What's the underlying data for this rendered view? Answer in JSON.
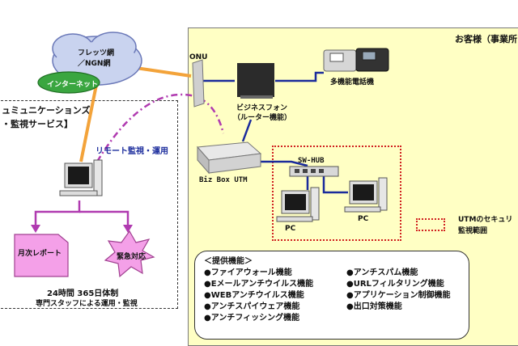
{
  "customer": {
    "title": "お客様（事業所"
  },
  "cloud": {
    "line1": "フレッツ網",
    "line2": "／NGN網",
    "internet": "インターネット"
  },
  "onu": {
    "label": "ONU"
  },
  "business_phone": {
    "line1": "ビジネスフォン",
    "line2": "（ルーター機能）"
  },
  "multi_phone": {
    "label": "多機能電話機"
  },
  "utm": {
    "label": "Biz Box UTM"
  },
  "hub": {
    "label": "SW-HUB"
  },
  "pcs": {
    "pc1": "PC",
    "pc2": "PC"
  },
  "legend": {
    "line1": "UTMのセキュリ",
    "line2": "監視範囲"
  },
  "service": {
    "line1": "ュミュニケーションズ",
    "line2": "・監視サービス】"
  },
  "remote": {
    "label": "リモート監視・運用"
  },
  "reports": {
    "monthly": "月次レポート",
    "emergency": "緊急対応"
  },
  "support": {
    "line1": "24時間 365日体制",
    "line2": "専門スタッフによる運用・監視"
  },
  "features": {
    "title": "＜提供機能＞",
    "items": [
      "●ファイアウォール機能",
      "●Eメールアンチウイルス機能",
      "●WEBアンチウイルス機能",
      "●アンチスパイウェア機能",
      "●アンチフィッシング機能",
      "●アンチスパム機能",
      "●URLフィルタリング機能",
      "●アプリケーション制御機能",
      "●出口対策機能"
    ]
  },
  "colors": {
    "customer_bg": "#ffffc4",
    "line_orange": "#f3a33a",
    "line_blue": "#1a2b9c",
    "line_purple": "#b03ab0",
    "star_pink": "#f4a0e8",
    "monitor_red": "#d02020"
  }
}
